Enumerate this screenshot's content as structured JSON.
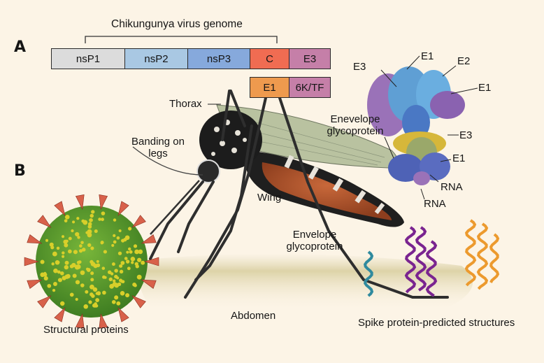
{
  "panels": {
    "a": "A",
    "b": "B"
  },
  "genome": {
    "title": "Chikungunya virus genome",
    "segments": [
      {
        "label": "nsP1",
        "color": "#dcdcdc"
      },
      {
        "label": "nsP2",
        "color": "#a9c8e3"
      },
      {
        "label": "nsP3",
        "color": "#86a9dc"
      },
      {
        "label": "C",
        "color": "#f06c52"
      },
      {
        "label": "E3",
        "color": "#c57fa8"
      }
    ],
    "subsegments": [
      {
        "label": "E1",
        "color": "#ee9a4e"
      },
      {
        "label": "6K/TF",
        "color": "#c57fa8"
      }
    ]
  },
  "mosquito_labels": {
    "thorax": "Thorax",
    "banding_line1": "Banding on",
    "banding_line2": "legs",
    "wing": "Wing",
    "envelope_line1": "Envelope",
    "envelope_line2": "glycoprotein",
    "abdomen": "Abdomen"
  },
  "protein_complex": {
    "label_line1": "Enevelope",
    "label_line2": "glycoprotein",
    "parts": [
      "E3",
      "E1",
      "E2",
      "E1",
      "E3",
      "E1",
      "RNA",
      "RNA"
    ]
  },
  "virion": {
    "caption": "Structural proteins"
  },
  "spike_structures": {
    "caption": "Spike protein-predicted structures"
  },
  "colors": {
    "background": "#fcf4e6",
    "virion_green": "#5a9a2c",
    "virion_yellow": "#d8cf2a",
    "spike_red": "#d8614a",
    "helix_teal": "#2f8a9e",
    "helix_purple": "#7a2490",
    "helix_orange": "#ec9a2e",
    "abdomen_orange": "#b8562a"
  }
}
